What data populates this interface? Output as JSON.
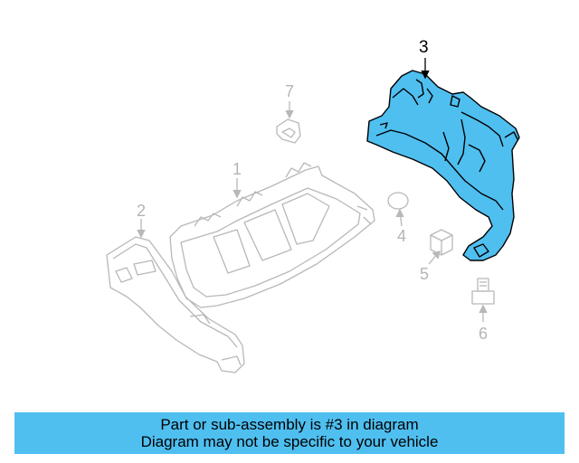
{
  "diagram": {
    "callouts": [
      {
        "label": "3",
        "active": true
      },
      {
        "label": "7",
        "active": false
      },
      {
        "label": "1",
        "active": false
      },
      {
        "label": "2",
        "active": false
      },
      {
        "label": "4",
        "active": false
      },
      {
        "label": "5",
        "active": false
      },
      {
        "label": "6",
        "active": false
      }
    ],
    "colors": {
      "highlight_fill": "#4fbff0",
      "highlight_stroke": "#000000",
      "ghost_stroke": "#b8b8b8"
    }
  },
  "banner": {
    "line1": "Part or sub-assembly is #3 in diagram",
    "line2": "Diagram may not be specific to your vehicle",
    "color": "#4fbff0"
  }
}
